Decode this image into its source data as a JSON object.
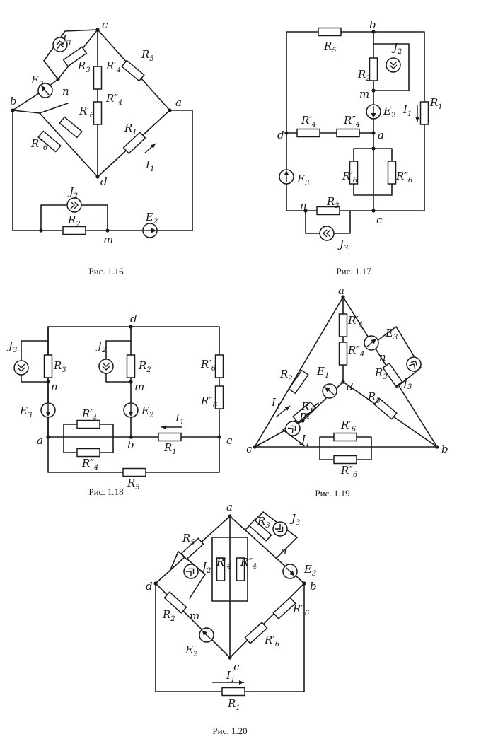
{
  "figures": [
    {
      "caption": "Рис. 1.16",
      "labels": [
        {
          "t": "J",
          "s": "3"
        },
        {
          "t": "c"
        },
        {
          "t": "R",
          "s": "3"
        },
        {
          "t": "R",
          "s": "4",
          "p": "′"
        },
        {
          "t": "R",
          "s": "5"
        },
        {
          "t": "E",
          "s": "3"
        },
        {
          "t": "n"
        },
        {
          "t": "b"
        },
        {
          "t": "a"
        },
        {
          "t": "R",
          "s": "4",
          "p": "″"
        },
        {
          "t": "R",
          "s": "6",
          "p": "′"
        },
        {
          "t": "R",
          "s": "1"
        },
        {
          "t": "R",
          "s": "6",
          "p": "″"
        },
        {
          "t": "I",
          "s": "1"
        },
        {
          "t": "d"
        },
        {
          "t": "J",
          "s": "2"
        },
        {
          "t": "E",
          "s": "2"
        },
        {
          "t": "R",
          "s": "2"
        },
        {
          "t": "m"
        }
      ]
    },
    {
      "caption": "Рис. 1.17",
      "labels": [
        {
          "t": "b"
        },
        {
          "t": "R",
          "s": "5"
        },
        {
          "t": "R",
          "s": "2"
        },
        {
          "t": "J",
          "s": "2"
        },
        {
          "t": "m"
        },
        {
          "t": "E",
          "s": "2"
        },
        {
          "t": "I",
          "s": "1"
        },
        {
          "t": "R",
          "s": "1"
        },
        {
          "t": "d"
        },
        {
          "t": "R",
          "s": "4",
          "p": "′"
        },
        {
          "t": "R",
          "s": "4",
          "p": "″"
        },
        {
          "t": "a"
        },
        {
          "t": "E",
          "s": "3"
        },
        {
          "t": "R",
          "s": "6",
          "p": "′"
        },
        {
          "t": "R",
          "s": "6",
          "p": "″"
        },
        {
          "t": "n"
        },
        {
          "t": "R",
          "s": "3"
        },
        {
          "t": "c"
        },
        {
          "t": "J",
          "s": "3"
        }
      ]
    },
    {
      "caption": "Рис. 1.18",
      "labels": [
        {
          "t": "d"
        },
        {
          "t": "J",
          "s": "3"
        },
        {
          "t": "R",
          "s": "3"
        },
        {
          "t": "J",
          "s": "2"
        },
        {
          "t": "R",
          "s": "2"
        },
        {
          "t": "R",
          "s": "6",
          "p": "′"
        },
        {
          "t": "n"
        },
        {
          "t": "m"
        },
        {
          "t": "R",
          "s": "6",
          "p": "″"
        },
        {
          "t": "E",
          "s": "3"
        },
        {
          "t": "R",
          "s": "4",
          "p": "′"
        },
        {
          "t": "E",
          "s": "2"
        },
        {
          "t": "I",
          "s": "1"
        },
        {
          "t": "a"
        },
        {
          "t": "R",
          "s": "4",
          "p": "″"
        },
        {
          "t": "b"
        },
        {
          "t": "R",
          "s": "1"
        },
        {
          "t": "c"
        },
        {
          "t": "R",
          "s": "5"
        }
      ]
    },
    {
      "caption": "Рис. 1.19",
      "labels": [
        {
          "t": "a"
        },
        {
          "t": "R",
          "s": "4",
          "p": "′"
        },
        {
          "t": "E",
          "s": "3"
        },
        {
          "t": "R",
          "s": "4",
          "p": "″"
        },
        {
          "t": "n"
        },
        {
          "t": "R",
          "s": "2"
        },
        {
          "t": "E",
          "s": "1"
        },
        {
          "t": "d"
        },
        {
          "t": "R",
          "s": "3"
        },
        {
          "t": "J",
          "s": "3"
        },
        {
          "t": "I",
          "s": "1"
        },
        {
          "t": "m"
        },
        {
          "t": "R",
          "s": "1"
        },
        {
          "t": "R",
          "s": "5"
        },
        {
          "t": "J",
          "s": "1"
        },
        {
          "t": "c"
        },
        {
          "t": "b"
        },
        {
          "t": "R",
          "s": "6",
          "p": "′"
        },
        {
          "t": "R",
          "s": "6",
          "p": "″"
        }
      ]
    },
    {
      "caption": "Рис. 1.20",
      "labels": [
        {
          "t": "a"
        },
        {
          "t": "R",
          "s": "5"
        },
        {
          "t": "R",
          "s": "3"
        },
        {
          "t": "J",
          "s": "3"
        },
        {
          "t": "R",
          "s": "4",
          "p": "′"
        },
        {
          "t": "R",
          "s": "4",
          "p": "″"
        },
        {
          "t": "n"
        },
        {
          "t": "E",
          "s": "3"
        },
        {
          "t": "d"
        },
        {
          "t": "b"
        },
        {
          "t": "J",
          "s": "2"
        },
        {
          "t": "R",
          "s": "6",
          "p": "″"
        },
        {
          "t": "R",
          "s": "2"
        },
        {
          "t": "m"
        },
        {
          "t": "R",
          "s": "6",
          "p": "′"
        },
        {
          "t": "E",
          "s": "2"
        },
        {
          "t": "c"
        },
        {
          "t": "I",
          "s": "1"
        },
        {
          "t": "R",
          "s": "1"
        }
      ]
    }
  ]
}
